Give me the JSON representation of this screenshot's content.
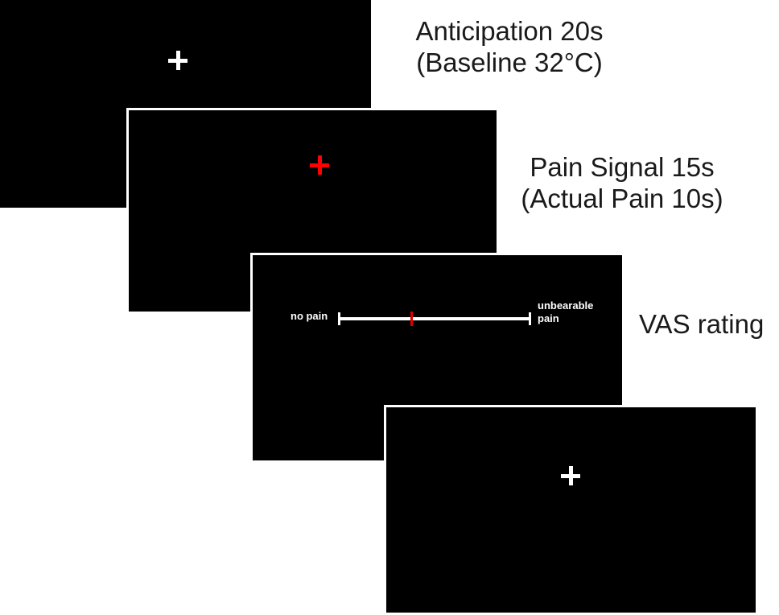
{
  "colors": {
    "screen_background": "#000000",
    "fixation_neutral": "#ffffff",
    "fixation_pain": "#ff0000",
    "vas_marker": "#e00000"
  },
  "stages": [
    {
      "caption_line1": "Anticipation 20s",
      "caption_line2": "(Baseline 32°C)",
      "fixation_icon": "white-cross"
    },
    {
      "caption_line1": "Pain Signal 15s",
      "caption_line2": "(Actual Pain 10s)",
      "fixation_icon": "red-cross"
    },
    {
      "caption_line1": "VAS rating",
      "vas": {
        "min_label": "no pain",
        "max_label_line1": "unbearable",
        "max_label_line2": "pain",
        "marker_position_fraction": 0.38
      }
    },
    {
      "fixation_icon": "white-cross"
    }
  ]
}
